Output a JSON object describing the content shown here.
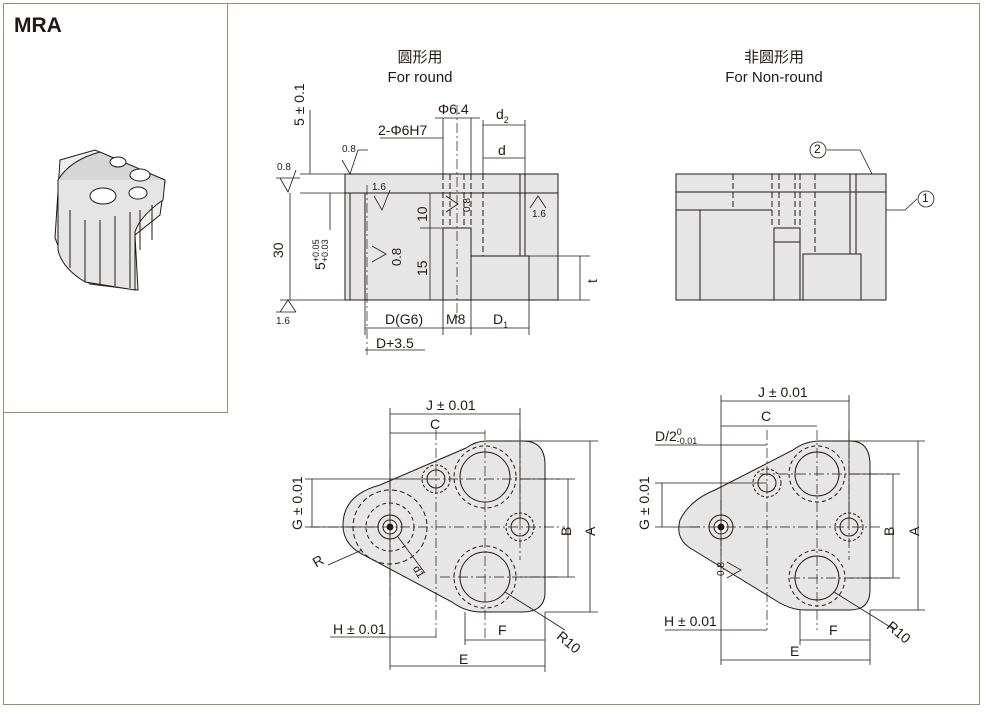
{
  "series_code": "MRA",
  "views": {
    "round": {
      "title_cn": "圆形用",
      "title_en": "For round"
    },
    "nonround": {
      "title_cn": "非圆形用",
      "title_en": "For Non-round"
    }
  },
  "dimensions": {
    "phi64": "Φ6.4",
    "holes": "2-Φ6H7",
    "d2": "d",
    "d2_sub": "2",
    "d": "d",
    "h5": "5 ± 0.1",
    "h30": "30",
    "h5b": "5",
    "h5b_tol_upper": "+0.05",
    "h5b_tol_lower": "+0.03",
    "h10": "10",
    "h15": "15",
    "t": "t",
    "dg6": "D(G6)",
    "m8": "M8",
    "d1": "D",
    "d1_sub": "1",
    "d35": "D+3.5",
    "rough_08": "0.8",
    "rough_16": "1.6"
  },
  "plan": {
    "j": "J ± 0.01",
    "c": "C",
    "g": "G ± 0.01",
    "b": "B",
    "a": "A",
    "r": "R",
    "d1_small": "d1",
    "h": "H ± 0.01",
    "f": "F",
    "e": "E",
    "r10": "R10",
    "d2half": "D/2",
    "d2half_tol_upper": "0",
    "d2half_tol_lower": "-0.01"
  },
  "callouts": {
    "one": "1",
    "two": "2"
  }
}
